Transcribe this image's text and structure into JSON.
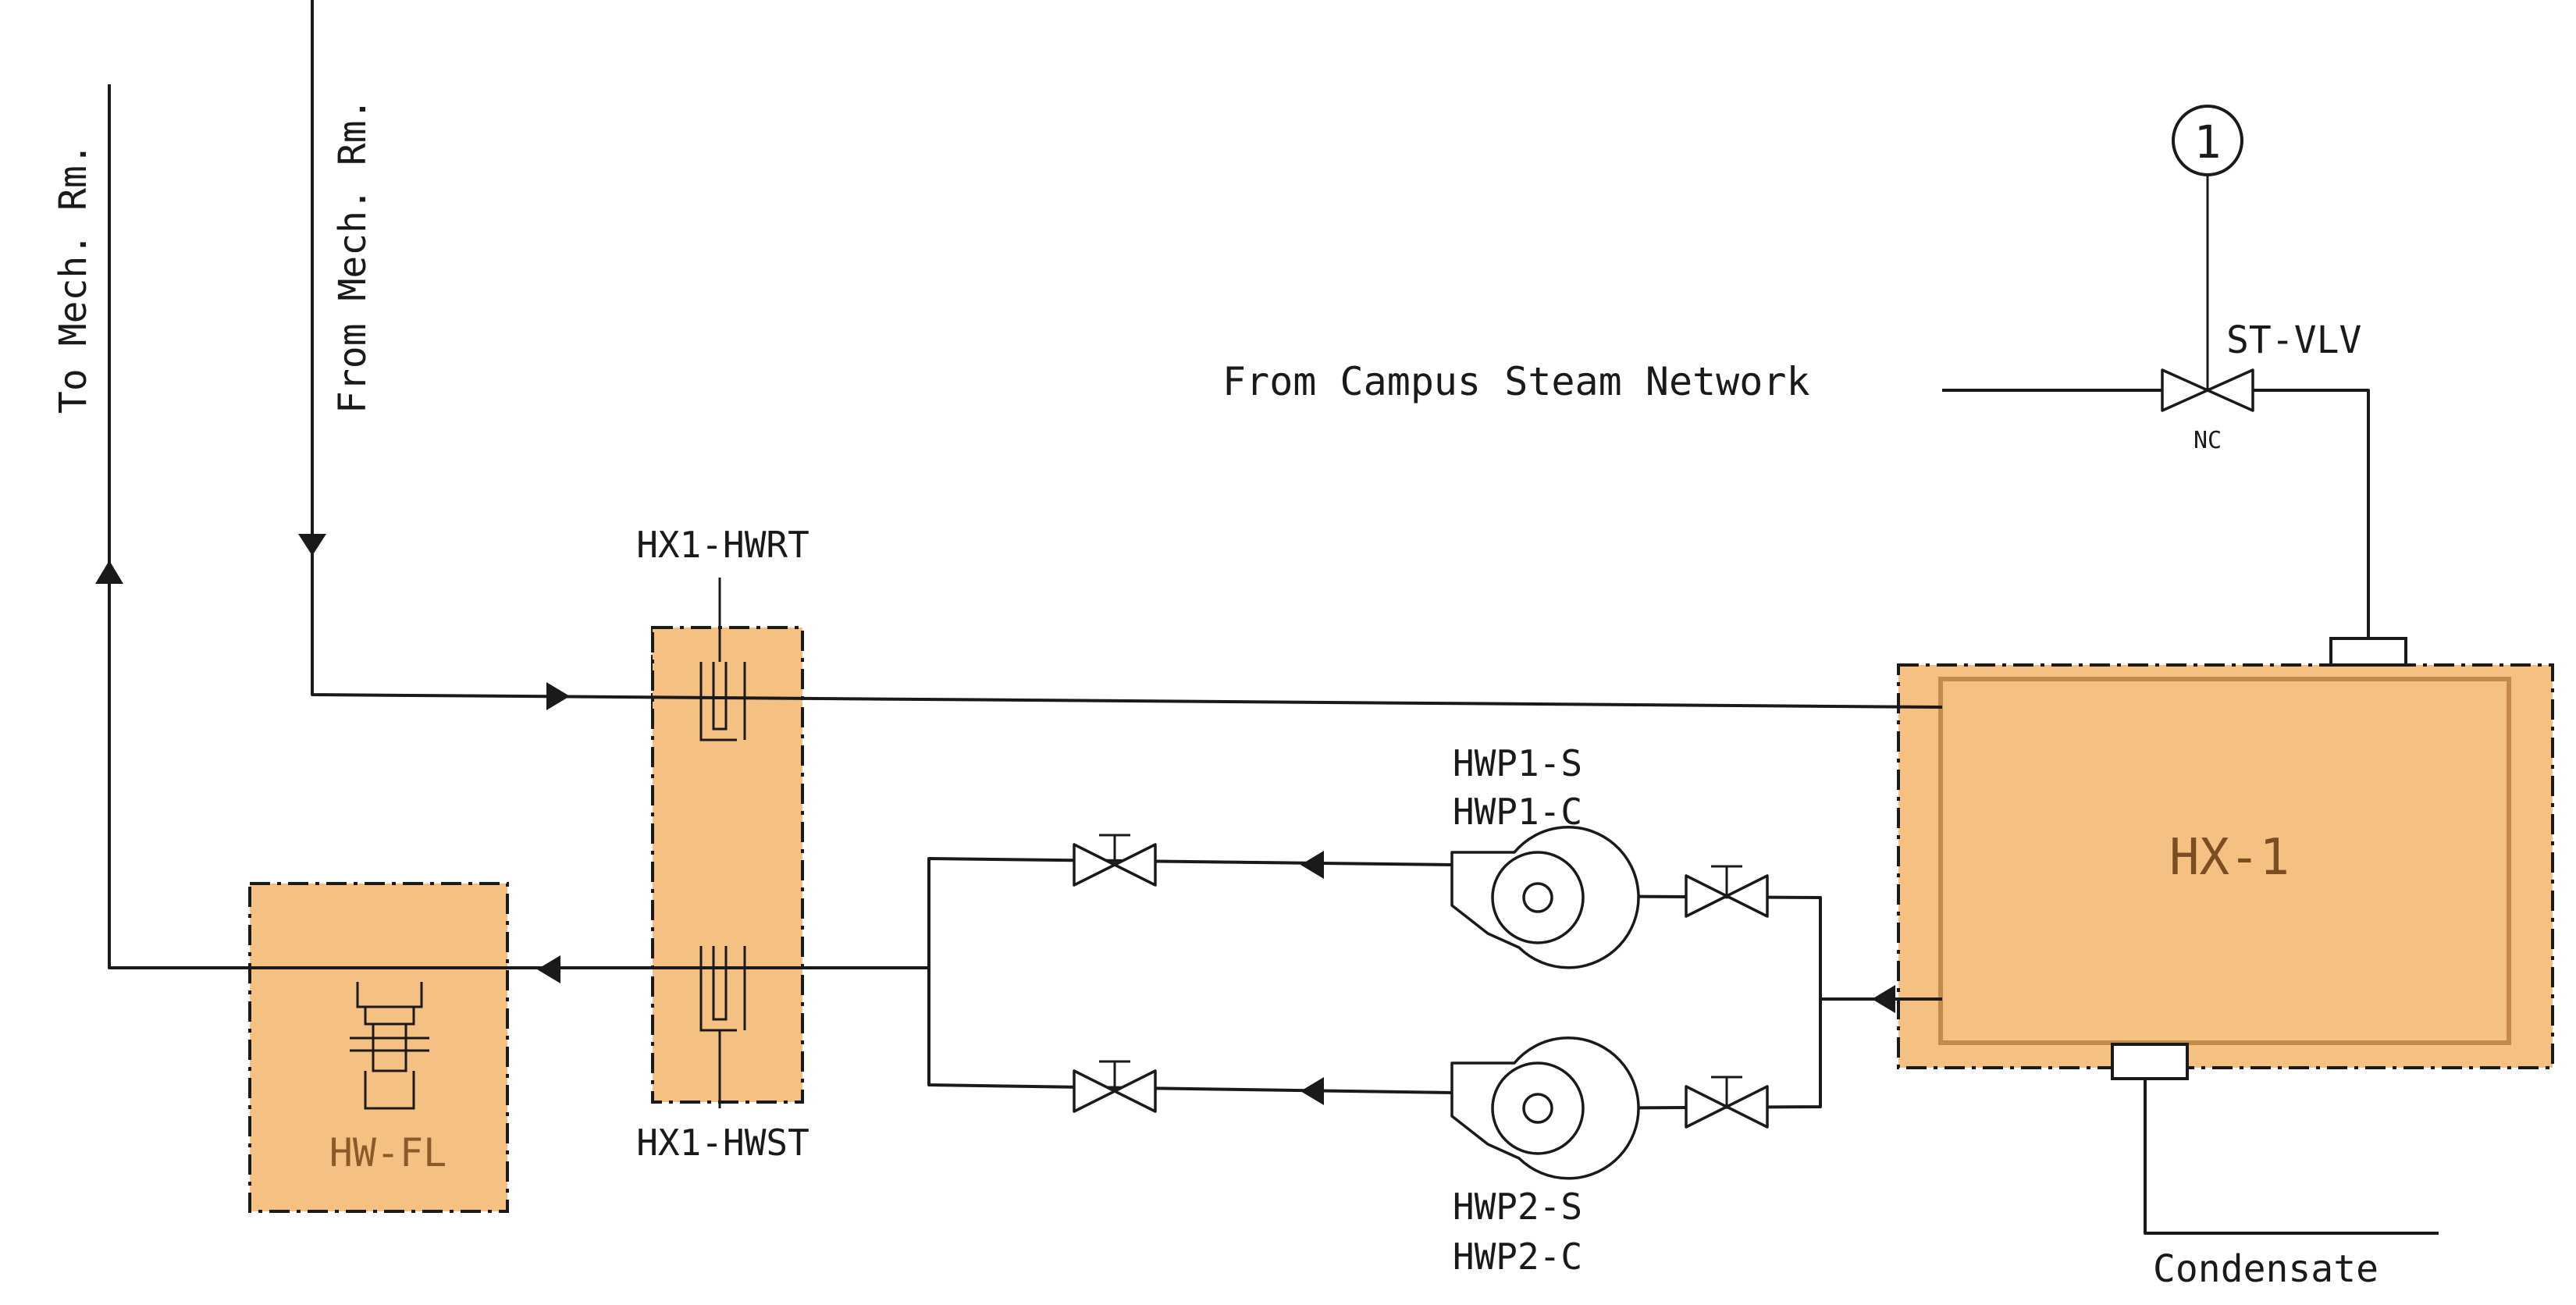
{
  "labels": {
    "to_mech": "To Mech. Rm.",
    "from_mech": "From Mech. Rm.",
    "campus_steam": "From Campus Steam Network",
    "st_vlv": "ST-VLV",
    "nc": "NC",
    "callout": "1",
    "hx1_hwrt": "HX1-HWRT",
    "hx1_hwst": "HX1-HWST",
    "hw_fl": "HW-FL",
    "hwp1_s": "HWP1-S",
    "hwp1_c": "HWP1-C",
    "hwp2_s": "HWP2-S",
    "hwp2_c": "HWP2-C",
    "hx1": "HX-1",
    "condensate": "Condensate"
  },
  "colors": {
    "highlight": "#F5C183",
    "highlight_edge": "#C48A4A",
    "line": "#1a1a1a"
  }
}
